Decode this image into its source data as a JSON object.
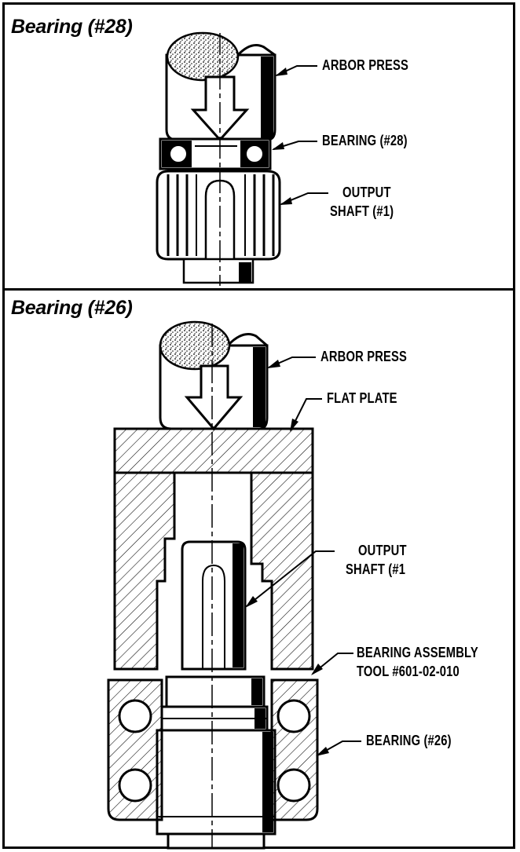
{
  "panels": {
    "top": {
      "title": "Bearing (#28)",
      "labels": {
        "arbor_press": "ARBOR PRESS",
        "bearing": "BEARING (#28)",
        "output_shaft_line1": "OUTPUT",
        "output_shaft_line2": "SHAFT (#1)"
      }
    },
    "bottom": {
      "title": "Bearing (#26)",
      "labels": {
        "arbor_press": "ARBOR PRESS",
        "flat_plate": "FLAT PLATE",
        "output_shaft_line1": "OUTPUT",
        "output_shaft_line2": "SHAFT (#1",
        "tool_line1": "BEARING ASSEMBLY",
        "tool_line2": "TOOL #601-02-010",
        "bearing": "BEARING (#26)"
      }
    }
  }
}
